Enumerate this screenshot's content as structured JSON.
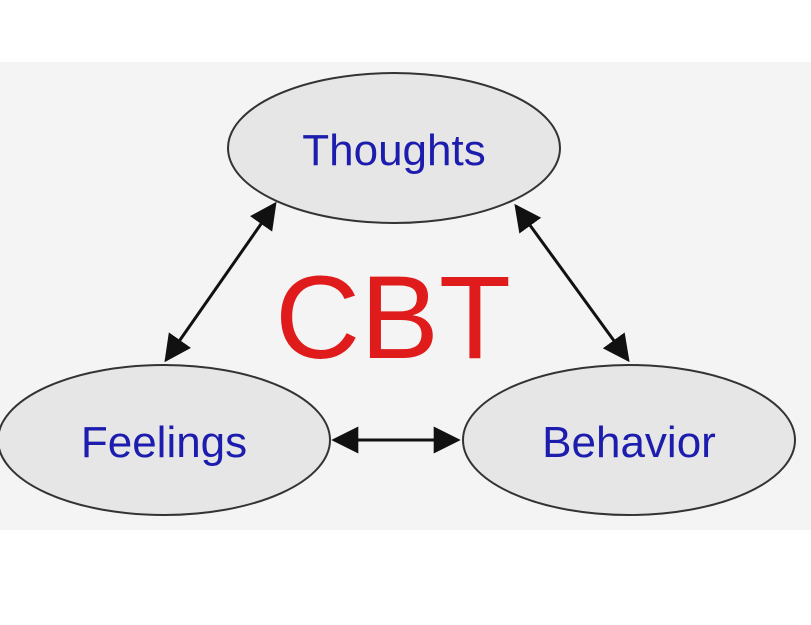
{
  "diagram": {
    "center_label": "CBT",
    "nodes": [
      {
        "id": "thoughts",
        "label": "Thoughts"
      },
      {
        "id": "feelings",
        "label": "Feelings"
      },
      {
        "id": "behavior",
        "label": "Behavior"
      }
    ],
    "edges": [
      {
        "from": "thoughts",
        "to": "feelings",
        "direction": "both"
      },
      {
        "from": "thoughts",
        "to": "behavior",
        "direction": "both"
      },
      {
        "from": "feelings",
        "to": "behavior",
        "direction": "both"
      }
    ],
    "colors": {
      "node_fill": "#e6e6e6",
      "node_stroke": "#333333",
      "node_text": "#1c1cae",
      "center_text": "#e01b1b",
      "arrow": "#111111",
      "panel_background": "#f4f4f4"
    }
  }
}
